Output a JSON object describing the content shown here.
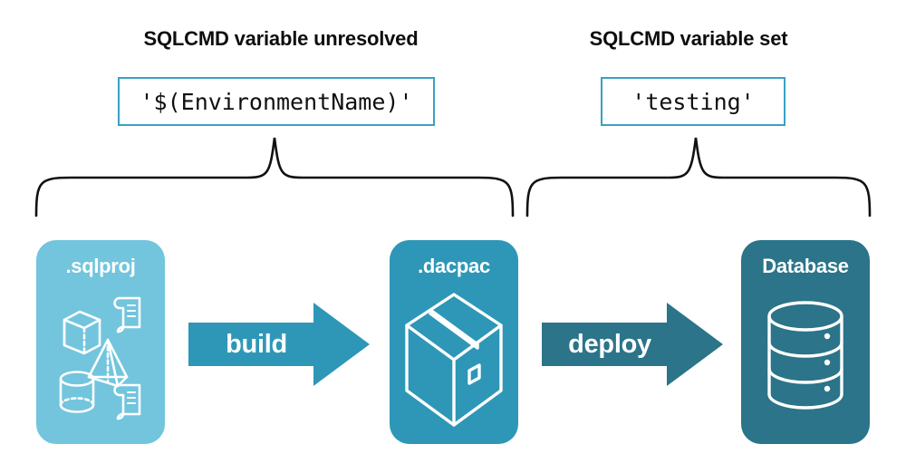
{
  "diagram": {
    "title_hidden": "",
    "sections": [
      {
        "id": "left",
        "title": "SQLCMD variable unresolved",
        "code_value": "'$(EnvironmentName)'"
      },
      {
        "id": "right",
        "title": "SQLCMD variable set",
        "code_value": "'testing'"
      }
    ],
    "stages": [
      {
        "id": "sqlproj",
        "label": ".sqlproj",
        "color": "#72c5dd",
        "icons": [
          "cube-icon",
          "pyramid-icon",
          "cylinder-icon",
          "script-scroll-icon",
          "script-scroll-icon"
        ]
      },
      {
        "id": "dacpac",
        "label": ".dacpac",
        "color": "#2e97b7",
        "icons": [
          "package-box-icon"
        ]
      },
      {
        "id": "database",
        "label": "Database",
        "color": "#2b7489",
        "icons": [
          "database-cylinder-icon"
        ]
      }
    ],
    "arrows": [
      {
        "id": "build",
        "label": "build",
        "color": "#2e97b7"
      },
      {
        "id": "deploy",
        "label": "deploy",
        "color": "#2b7489"
      }
    ],
    "colors": {
      "brace_stroke": "#111111",
      "code_border": "#39a1c4",
      "title_text": "#0d0d0d",
      "background": "#ffffff"
    }
  }
}
